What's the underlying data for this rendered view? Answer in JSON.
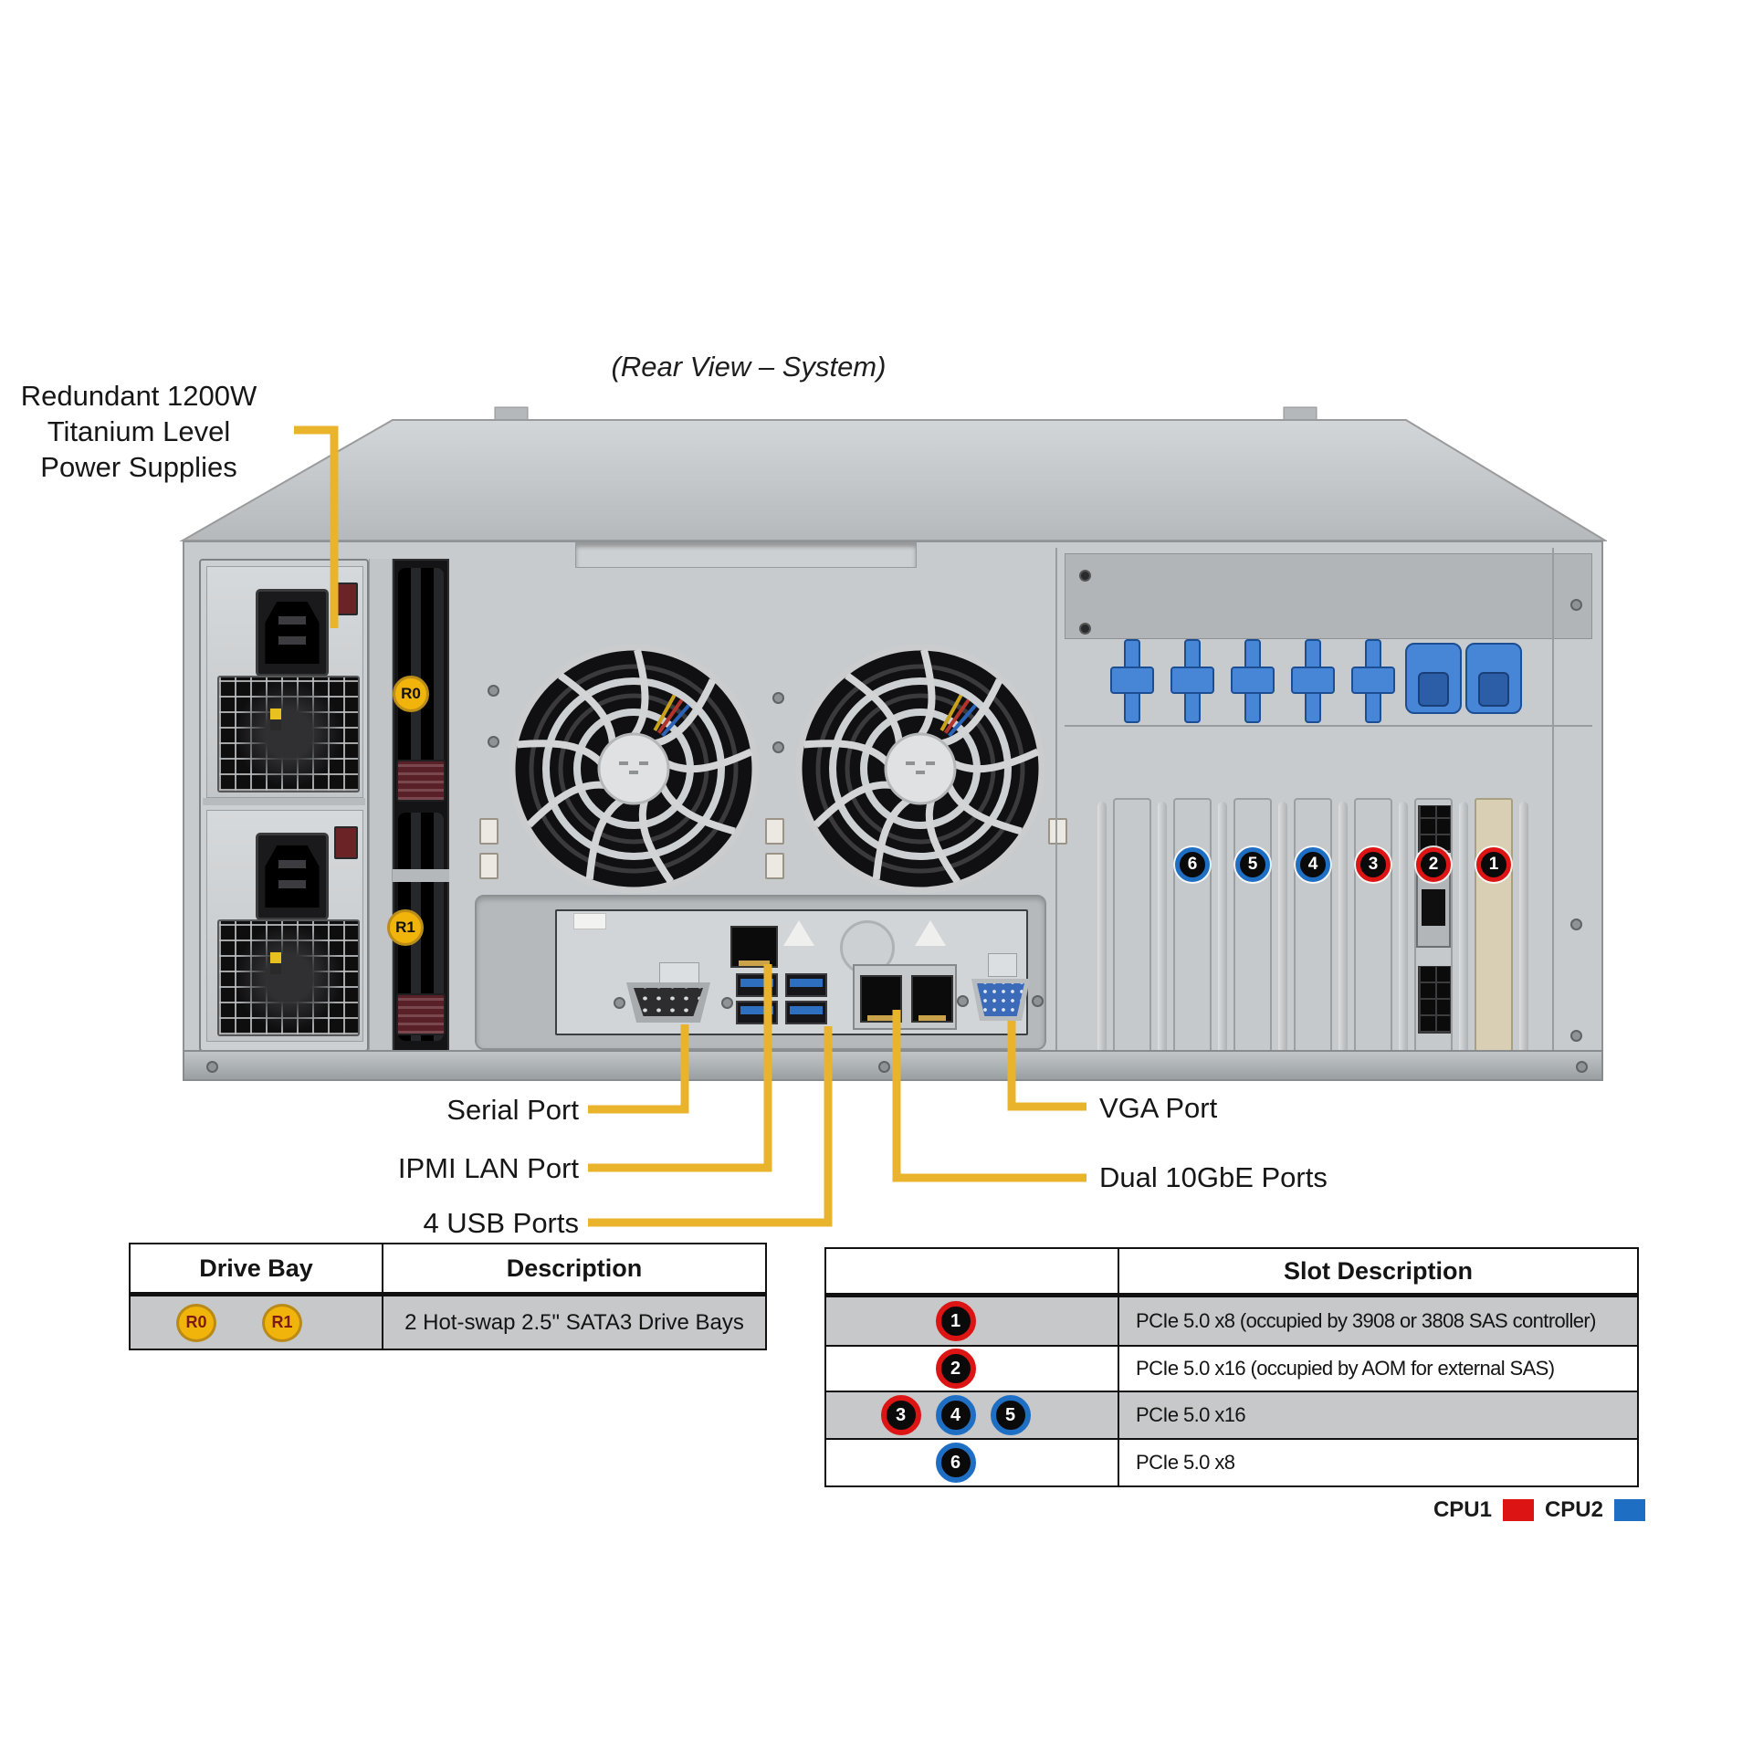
{
  "title": "(Rear View – System)",
  "colors": {
    "callout": "#E9B42B",
    "badge-red": "#DD1414",
    "badge-blue": "#1E6FC4",
    "gold": "#F0B40A",
    "row-gray": "#C7C8C9"
  },
  "callouts": {
    "psu": {
      "lines": [
        "Redundant 1200W",
        "Titanium Level",
        "Power Supplies"
      ]
    },
    "serial": {
      "label": "Serial Port"
    },
    "ipmi": {
      "label": "IPMI LAN Port"
    },
    "usb": {
      "label": "4 USB Ports"
    },
    "vga": {
      "label": "VGA Port"
    },
    "lan": {
      "label": "Dual 10GbE Ports"
    }
  },
  "chassis": {
    "psu_badges": [
      {
        "id": "R0"
      },
      {
        "id": "R1"
      }
    ],
    "slot_badges": [
      {
        "n": "6",
        "color": "blue"
      },
      {
        "n": "5",
        "color": "blue"
      },
      {
        "n": "4",
        "color": "blue"
      },
      {
        "n": "3",
        "color": "red"
      },
      {
        "n": "2",
        "color": "red"
      },
      {
        "n": "1",
        "color": "red"
      }
    ]
  },
  "drive_table": {
    "headers": [
      "Drive Bay",
      "Description"
    ],
    "row": {
      "badges": [
        {
          "id": "R0"
        },
        {
          "id": "R1"
        }
      ],
      "desc": "2 Hot-swap 2.5\" SATA3 Drive  Bays"
    }
  },
  "slot_table": {
    "header": "Slot Description",
    "rows": [
      {
        "badges": [
          {
            "n": "1",
            "color": "red"
          }
        ],
        "desc": "PCIe 5.0 x8 (occupied by 3908 or 3808 SAS controller)"
      },
      {
        "badges": [
          {
            "n": "2",
            "color": "red"
          }
        ],
        "desc": "PCIe 5.0 x16 (occupied by AOM for external SAS)"
      },
      {
        "badges": [
          {
            "n": "3",
            "color": "red"
          },
          {
            "n": "4",
            "color": "blue"
          },
          {
            "n": "5",
            "color": "blue"
          }
        ],
        "desc": "PCIe 5.0 x16"
      },
      {
        "badges": [
          {
            "n": "6",
            "color": "blue"
          }
        ],
        "desc": "PCIe 5.0 x8"
      }
    ]
  },
  "legend": [
    {
      "label": "CPU1",
      "color": "red"
    },
    {
      "label": "CPU2",
      "color": "blue"
    }
  ]
}
